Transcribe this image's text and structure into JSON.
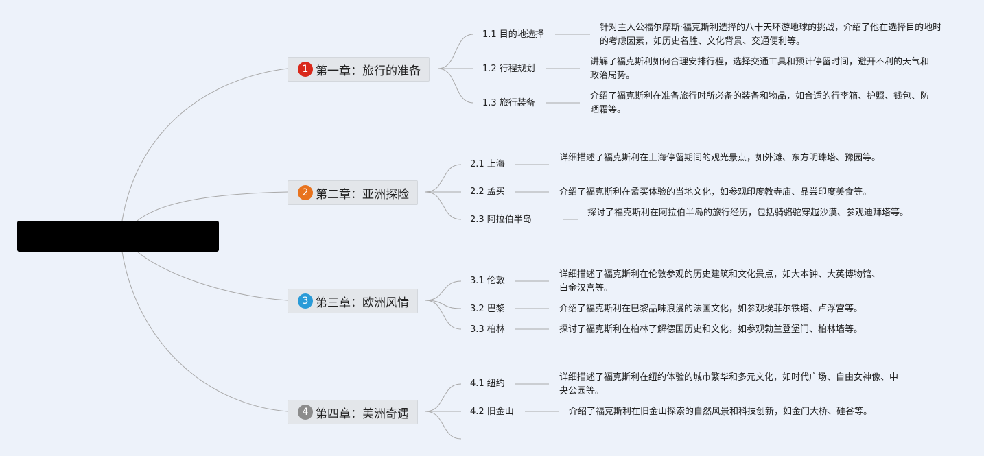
{
  "root": {
    "label": ""
  },
  "colors": {
    "line": "#a9a9a9",
    "badge_1": "#d9281a",
    "badge_2": "#e8731e",
    "badge_3": "#2a9bd8",
    "badge_4": "#8c8c8c"
  },
  "chapters": [
    {
      "badge": "1",
      "title": "第一章：旅行的准备",
      "sections": [
        {
          "label": "1.1 目的地选择",
          "desc": "针对主人公福尔摩斯·福克斯利选择的八十天环游地球的挑战，介绍了他在选择目的地时的考虑因素，如历史名胜、文化背景、交通便利等。"
        },
        {
          "label": "1.2 行程规划",
          "desc": "讲解了福克斯利如何合理安排行程，选择交通工具和预计停留时间，避开不利的天气和政治局势。"
        },
        {
          "label": "1.3 旅行装备",
          "desc": "介绍了福克斯利在准备旅行时所必备的装备和物品，如合适的行李箱、护照、钱包、防晒霜等。"
        }
      ]
    },
    {
      "badge": "2",
      "title": "第二章：亚洲探险",
      "sections": [
        {
          "label": "2.1 上海",
          "desc": "详细描述了福克斯利在上海停留期间的观光景点，如外滩、东方明珠塔、豫园等。"
        },
        {
          "label": "2.2 孟买",
          "desc": "介绍了福克斯利在孟买体验的当地文化，如参观印度教寺庙、品尝印度美食等。"
        },
        {
          "label": "2.3 阿拉伯半岛",
          "desc": "探讨了福克斯利在阿拉伯半岛的旅行经历，包括骑骆驼穿越沙漠、参观迪拜塔等。"
        }
      ]
    },
    {
      "badge": "3",
      "title": "第三章：欧洲风情",
      "sections": [
        {
          "label": "3.1 伦敦",
          "desc": "详细描述了福克斯利在伦敦参观的历史建筑和文化景点，如大本钟、大英博物馆、白金汉宫等。"
        },
        {
          "label": "3.2 巴黎",
          "desc": "介绍了福克斯利在巴黎品味浪漫的法国文化，如参观埃菲尔铁塔、卢浮宫等。"
        },
        {
          "label": "3.3 柏林",
          "desc": "探讨了福克斯利在柏林了解德国历史和文化，如参观勃兰登堡门、柏林墙等。"
        }
      ]
    },
    {
      "badge": "4",
      "title": "第四章：美洲奇遇",
      "sections": [
        {
          "label": "4.1 纽约",
          "desc": "详细描述了福克斯利在纽约体验的城市繁华和多元文化，如时代广场、自由女神像、中央公园等。"
        },
        {
          "label": "4.2 旧金山",
          "desc": "介绍了福克斯利在旧金山探索的自然风景和科技创新，如金门大桥、硅谷等。"
        }
      ]
    }
  ]
}
